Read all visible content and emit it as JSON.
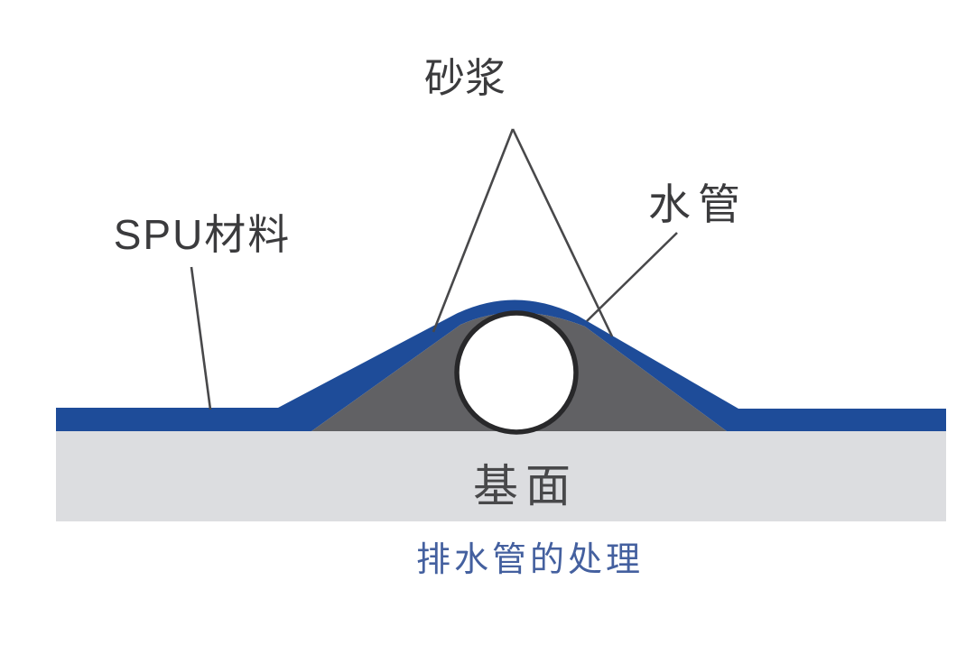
{
  "diagram": {
    "caption": "排水管的处理",
    "labels": {
      "mortar": "砂浆",
      "pipe": "水管",
      "spu": "SPU材料",
      "base": "基面"
    },
    "colors": {
      "spu_blue": "#1e4c99",
      "mortar_gray": "#616164",
      "base_gray": "#dcdde0",
      "pipe_fill": "#ffffff",
      "pipe_outline": "#28282a",
      "leader_line": "#48484a",
      "label_text": "#3b3b3d",
      "base_text": "#48484a",
      "caption_blue": "#44609f"
    }
  }
}
